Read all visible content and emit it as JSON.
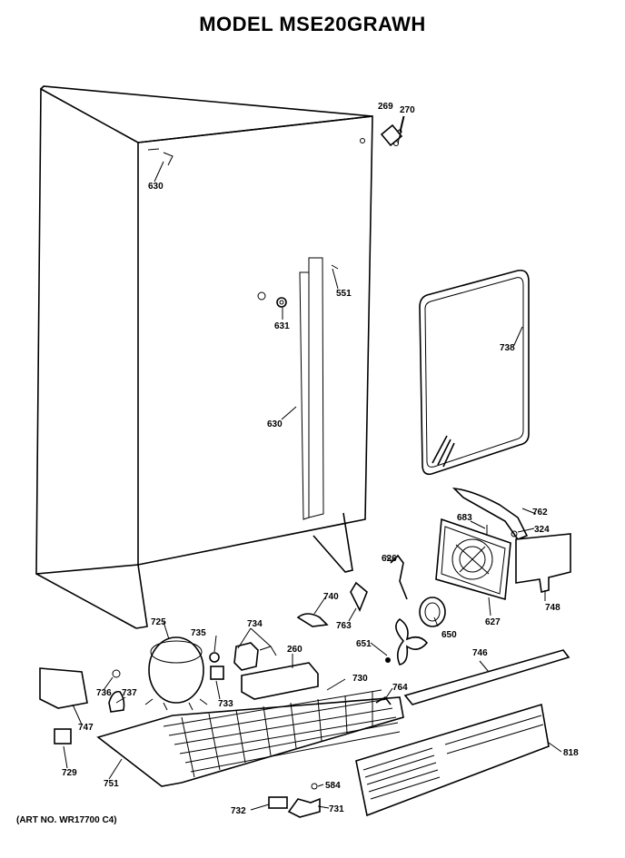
{
  "title": "MODEL MSE20GRAWH",
  "footer": "(ART NO. WR17700 C4)",
  "labels": {
    "p269": "269",
    "p270": "270",
    "p630a": "630",
    "p551": "551",
    "p631": "631",
    "p630b": "630",
    "p738": "738",
    "p762": "762",
    "p683": "683",
    "p324": "324",
    "p626": "626",
    "p740": "740",
    "p763": "763",
    "p627": "627",
    "p748": "748",
    "p650": "650",
    "p651": "651",
    "p725": "725",
    "p735": "735",
    "p734": "734",
    "p260": "260",
    "p736": "736",
    "p737": "737",
    "p733": "733",
    "p730": "730",
    "p746": "746",
    "p764": "764",
    "p747": "747",
    "p729": "729",
    "p751": "751",
    "p584": "584",
    "p732": "732",
    "p731": "731",
    "p818": "818"
  }
}
